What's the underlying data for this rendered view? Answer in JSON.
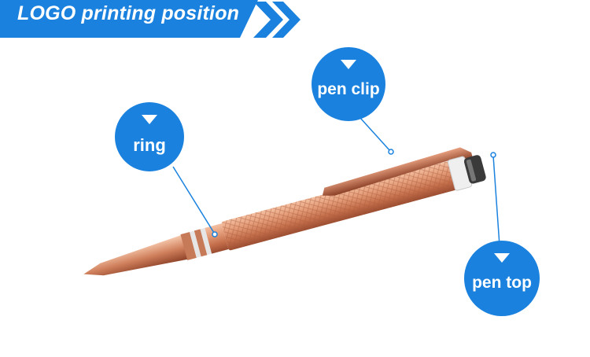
{
  "banner": {
    "title": "LOGO printing position",
    "color": "#1a82de"
  },
  "callouts": {
    "ring": {
      "label": "ring"
    },
    "clip": {
      "label": "pen clip"
    },
    "top": {
      "label": "pen top"
    }
  },
  "colors": {
    "accent": "#1a82de",
    "pen_rose_gold": "#d98a68"
  }
}
